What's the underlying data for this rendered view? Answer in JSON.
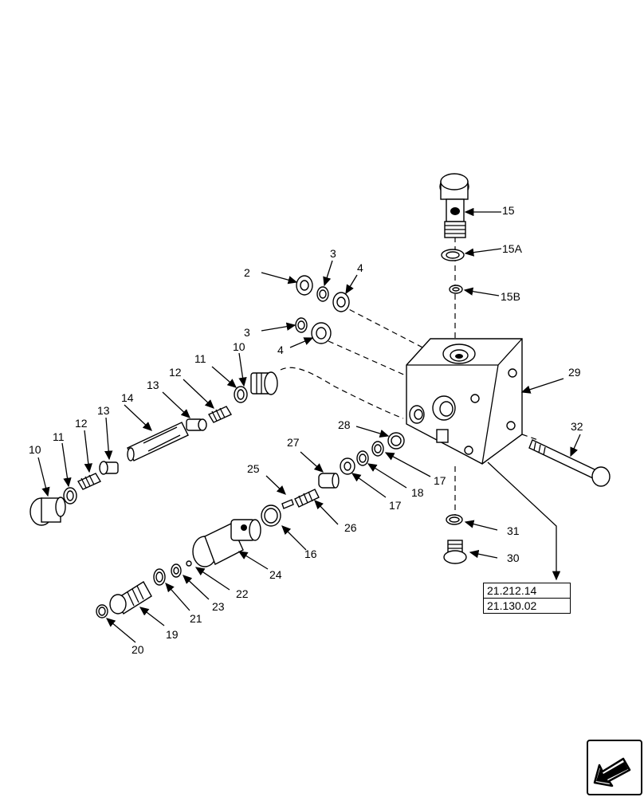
{
  "callouts": {
    "c2": "2",
    "c3a": "3",
    "c4a": "4",
    "c3b": "3",
    "c4b": "4",
    "c10a": "10",
    "c11a": "11",
    "c12a": "12",
    "c13a": "13",
    "c14": "14",
    "c13b": "13",
    "c12b": "12",
    "c11b": "11",
    "c10b": "10",
    "c15": "15",
    "c15a": "15A",
    "c15b": "15B",
    "c29": "29",
    "c32": "32",
    "c28": "28",
    "c27": "27",
    "c25": "25",
    "c17a": "17",
    "c18": "18",
    "c17b": "17",
    "c26": "26",
    "c16": "16",
    "c24": "24",
    "c22": "22",
    "c23": "23",
    "c21": "21",
    "c19": "19",
    "c20": "20",
    "c31": "31",
    "c30": "30"
  },
  "references": [
    "21.212.14",
    "21.130.02"
  ],
  "nav": {
    "icon": "arrow-back-icon"
  }
}
